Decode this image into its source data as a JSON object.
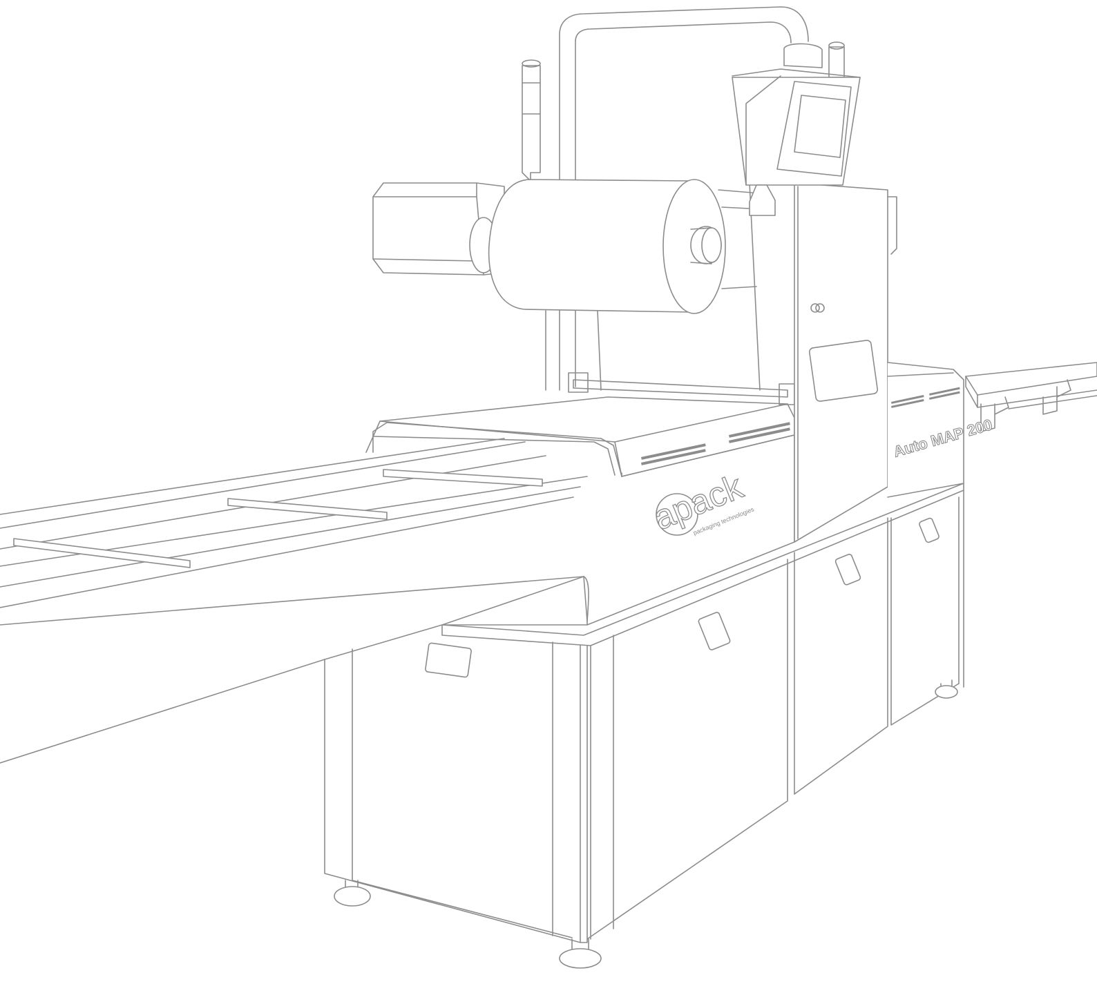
{
  "illustration": {
    "brand": {
      "logo_text": "apack",
      "tagline": "packaging technologies"
    },
    "model_label": "Auto MAP 200",
    "line_color": "#8c8c8c",
    "background_color": "#ffffff"
  }
}
